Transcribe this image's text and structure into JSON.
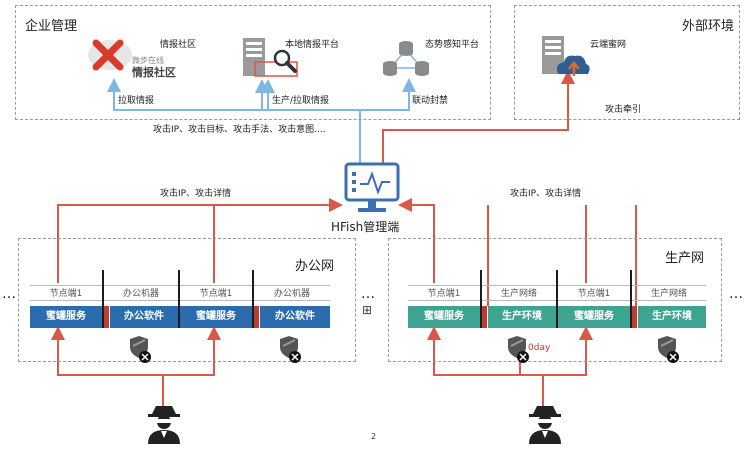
{
  "page_number": "2",
  "enterprise": {
    "title": "企业管理",
    "intel_community": "情报社区",
    "intel_logo_small": "微步在线",
    "intel_logo_big": "情报社区",
    "local_platform": "本地情报平台",
    "situational_platform": "态势感知平台",
    "pull_intel": "拉取情报",
    "produce_pull": "生产/拉取情报",
    "linkage_block": "联动封禁"
  },
  "external": {
    "title": "外部环境",
    "cloud_honeynet": "云端蜜网",
    "attack_lure": "攻击牵引"
  },
  "hfish": {
    "label": "HFish管理端",
    "attack_info": "攻击IP、攻击目标、攻击手法、攻击意图....",
    "attack_detail_left": "攻击IP、攻击详情",
    "attack_detail_right": "攻击IP、攻击详情"
  },
  "office": {
    "title": "办公网",
    "columns": [
      "节点端1",
      "办公机器",
      "节点端1",
      "办公机器"
    ],
    "services": [
      "蜜罐服务",
      "办公软件",
      "蜜罐服务",
      "办公软件"
    ]
  },
  "production": {
    "title": "生产网",
    "columns": [
      "节点端1",
      "生产网络",
      "节点端1",
      "生产网络"
    ],
    "services": [
      "蜜罐服务",
      "生产环境",
      "蜜罐服务",
      "生产环境"
    ],
    "zero_day": "0day"
  },
  "misc": {
    "ellipsis_left": "…",
    "ellipsis_mid": "…",
    "ellipsis_right": "…",
    "plus_sign": "⊞"
  },
  "colors": {
    "blue_line": "#7fb7e4",
    "red_line": "#d9584a",
    "honeypot_blue": "#2a6cad",
    "prod_teal": "#3ea390",
    "hfish_blue": "#3d6fb3"
  }
}
